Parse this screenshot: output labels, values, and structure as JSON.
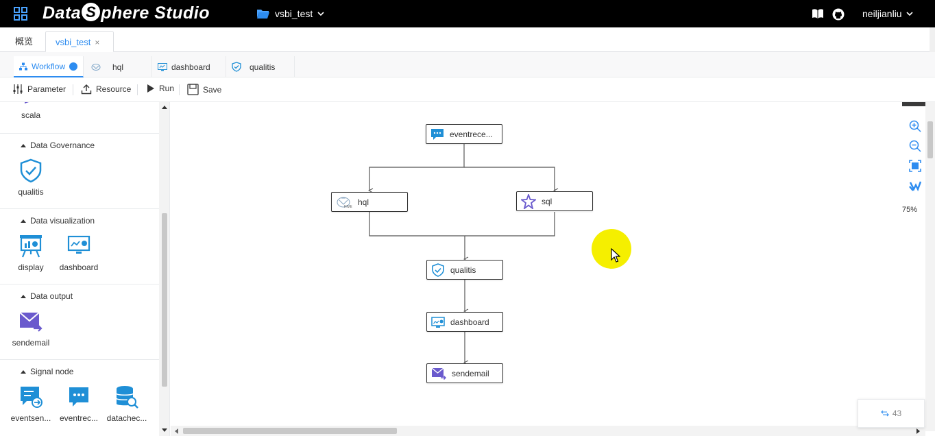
{
  "app": {
    "logo_left": "Data",
    "logo_s": "S",
    "logo_right": "phere Studio",
    "project_name": "vsbi_test",
    "user_name": "neiljianliu"
  },
  "tabs": [
    {
      "label": "概览"
    },
    {
      "label": "vsbi_test",
      "close": "×"
    }
  ],
  "subtabs": [
    {
      "label": "Workflow"
    },
    {
      "label": "hql"
    },
    {
      "label": "dashboard"
    },
    {
      "label": "qualitis"
    }
  ],
  "toolbar": {
    "parameter": "Parameter",
    "resource": "Resource",
    "run": "Run",
    "save": "Save"
  },
  "sidebar": {
    "top_item": "scala",
    "groups": [
      {
        "title": "Data Governance",
        "items": [
          "qualitis"
        ]
      },
      {
        "title": "Data visualization",
        "items": [
          "display",
          "dashboard"
        ]
      },
      {
        "title": "Data output",
        "items": [
          "sendemail"
        ]
      },
      {
        "title": "Signal node",
        "items": [
          "eventsen...",
          "eventrec...",
          "datachec..."
        ]
      }
    ]
  },
  "workflow": {
    "nodes": [
      {
        "label": "eventrece..."
      },
      {
        "label": "hql"
      },
      {
        "label": "sql"
      },
      {
        "label": "qualitis"
      },
      {
        "label": "dashboard"
      },
      {
        "label": "sendemail"
      }
    ]
  },
  "zoom": {
    "percent": "75%"
  },
  "counter": {
    "value": "43"
  },
  "colors": {
    "accent": "#2d8cf0",
    "node_icon": "#1f8fd6",
    "node_icon_purple": "#6a5acd",
    "highlight": "#f5ef00"
  }
}
